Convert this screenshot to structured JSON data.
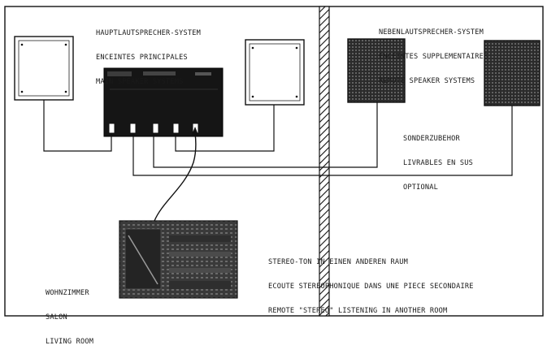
{
  "main_system": {
    "lines": [
      "HAUPTLAUTSPRECHER-SYSTEM",
      "ENCEINTES PRINCIPALES",
      "MAIN SPEAKER SYSTEMS"
    ]
  },
  "remote_system": {
    "lines": [
      "NEBENLAUTSPRECHER-SYSTEM",
      "ENCEINTES SUPPLEMENTAIRES",
      "REMOTE SPEAKER SYSTEMS"
    ]
  },
  "optional_note": {
    "lines": [
      "SONDERZUBEHOR",
      "LIVRABLES EN SUS",
      "OPTIONAL"
    ]
  },
  "stereo_note": {
    "lines": [
      "STEREO-TON IN EINEN ANDEREN RAUM",
      "ECOUTE STEREOPHONIQUE DANS UNE PIECE SECONDAIRE",
      "REMOTE \"STEREO\" LISTENING IN ANOTHER ROOM"
    ]
  },
  "living_room": {
    "lines": [
      "WOHNZIMMER",
      "SALON",
      "LIVING ROOM"
    ]
  }
}
